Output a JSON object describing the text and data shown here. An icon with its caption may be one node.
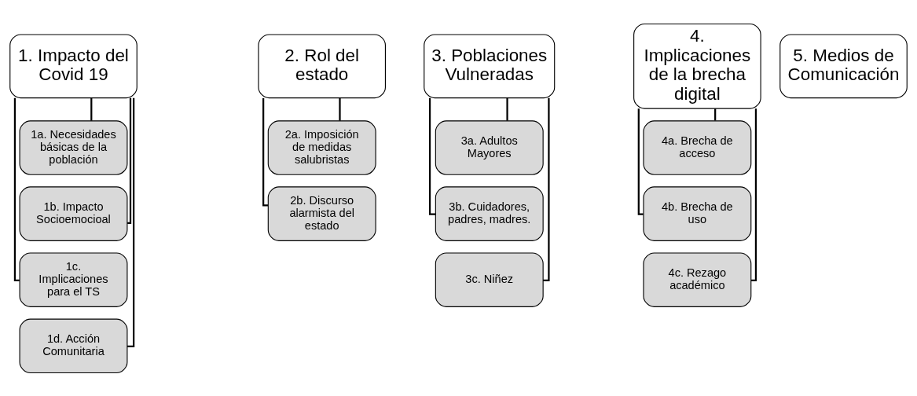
{
  "diagram": {
    "nodes": [
      {
        "text": [
          "1. Impacto del Covid 19"
        ]
      },
      {
        "text": [
          "1a. Necesidades básicas de la población"
        ]
      },
      {
        "text": [
          "1b. Impacto Socioemocioal"
        ]
      },
      {
        "text": [
          "1c. Implicaciones para el TS"
        ]
      },
      {
        "text": [
          "1d. Acción Comunitaria"
        ]
      },
      {
        "text": [
          "2. Rol del estado"
        ]
      },
      {
        "text": [
          "2a. Imposición de medidas salubristas"
        ]
      },
      {
        "text": [
          "2b. Discurso alarmista del estado"
        ]
      },
      {
        "text": [
          "3. Poblaciones Vulneradas"
        ]
      },
      {
        "text": [
          "3a. Adultos Mayores"
        ]
      },
      {
        "text": [
          "3b. Cuidadores, padres, madres."
        ]
      },
      {
        "text": [
          "3c. Niñez"
        ]
      },
      {
        "text": [
          "4. Implicaciones de la brecha digital"
        ]
      },
      {
        "text": [
          "4a. Brecha de acceso"
        ]
      },
      {
        "text": [
          "4b. Brecha de uso"
        ]
      },
      {
        "text": [
          "4c. Rezago académico"
        ]
      },
      {
        "text": [
          "5. Medios de Comunicación"
        ]
      }
    ],
    "edges": [
      {
        "from": 0,
        "to": 1,
        "arrow": "none"
      },
      {
        "from": 0,
        "to": 2,
        "arrow": "none"
      },
      {
        "from": 0,
        "to": 3,
        "arrow": "none"
      },
      {
        "from": 0,
        "to": 4,
        "arrow": "none"
      },
      {
        "from": 5,
        "to": 6,
        "arrow": "none"
      },
      {
        "from": 5,
        "to": 7,
        "arrow": "none"
      },
      {
        "from": 8,
        "to": 9,
        "arrow": "none"
      },
      {
        "from": 8,
        "to": 10,
        "arrow": "none"
      },
      {
        "from": 8,
        "to": 11,
        "arrow": "none"
      },
      {
        "from": 12,
        "to": 13,
        "arrow": "none"
      },
      {
        "from": 12,
        "to": 14,
        "arrow": "none"
      },
      {
        "from": 12,
        "to": 15,
        "arrow": "none"
      }
    ]
  }
}
